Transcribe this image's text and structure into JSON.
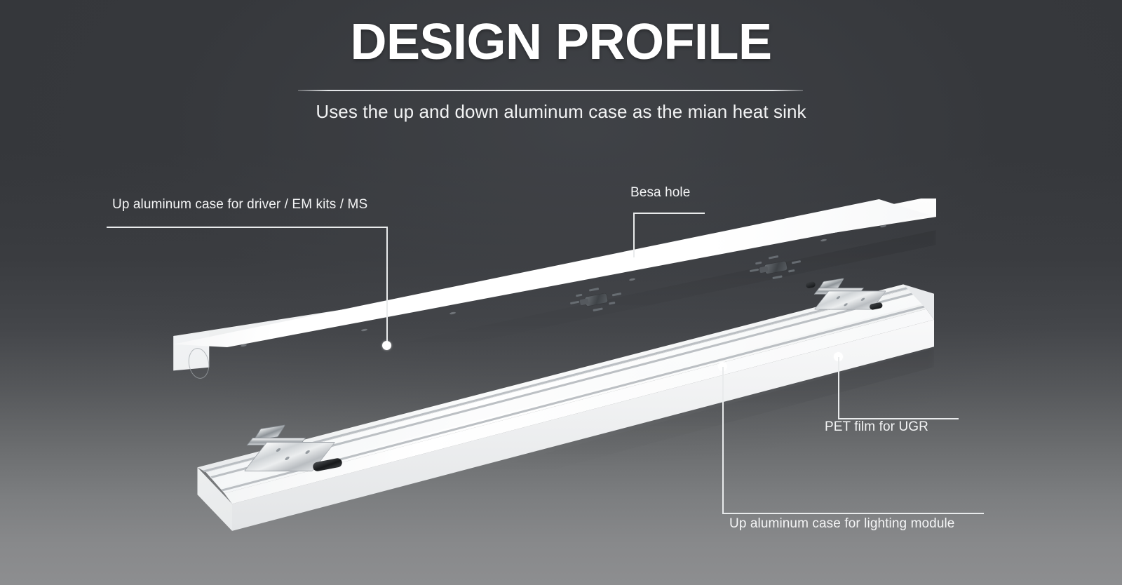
{
  "header": {
    "title": "DESIGN PROFILE",
    "subtitle": "Uses the up and down aluminum case as the mian heat sink"
  },
  "callouts": [
    {
      "id": "up-case-driver",
      "label": "Up aluminum case for driver / EM kits / MS"
    },
    {
      "id": "besa-hole",
      "label": "Besa hole"
    },
    {
      "id": "pet-film",
      "label": "PET film for UGR"
    },
    {
      "id": "up-case-lighting",
      "label": "Up aluminum case for lighting module"
    }
  ],
  "colors": {
    "background_top": "#35373b",
    "background_bottom": "#8d8e90",
    "text": "#ffffff",
    "leader_line": "#e9ebec",
    "product_white": "#ffffff",
    "besa_hole_dark": "#3f4347",
    "clip_metal": "#cfd3d6",
    "clip_tip_black": "#17191b"
  },
  "product": {
    "upper_part_name": "up-aluminum-case",
    "lower_part_name": "lower-aluminum-channel",
    "besa_hole_count": 2,
    "spring_clip_count": 2
  }
}
